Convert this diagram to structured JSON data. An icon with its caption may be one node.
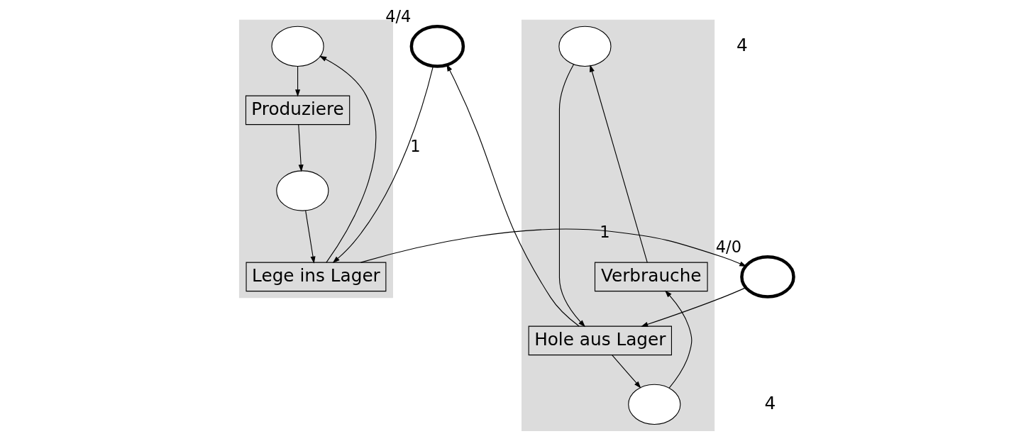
{
  "diagram": {
    "nodes": [
      {
        "text": [],
        "shape": "box"
      },
      {
        "text": [],
        "shape": "circle",
        "in": 0
      },
      {
        "text": [
          "Produziere"
        ],
        "in": 0
      },
      {
        "text": [],
        "shape": "circle",
        "in": 0
      },
      {
        "text": [
          "Lege ins Lager"
        ],
        "in": 0
      },
      {
        "text": [],
        "shape": "circle",
        "beside": [
          "4/4"
        ]
      },
      {
        "text": [],
        "shape": "circle",
        "beside": [
          "4/0"
        ]
      },
      {
        "text": [],
        "shape": "box"
      },
      {
        "text": [],
        "shape": "circle",
        "in": 7
      },
      {
        "text": [
          "Hole aus Lager"
        ],
        "in": 7
      },
      {
        "text": [],
        "shape": "circle",
        "in": 7
      },
      {
        "text": [
          "Verbrauche"
        ],
        "in": 7
      }
    ],
    "edges": [
      {
        "from": 1,
        "to": 2,
        "arrow": "to"
      },
      {
        "from": 2,
        "to": 3,
        "arrow": "to"
      },
      {
        "from": 3,
        "to": 4,
        "arrow": "to"
      },
      {
        "from": 4,
        "to": 1,
        "arrow": "to"
      },
      {
        "from": 5,
        "to": 4,
        "arrow": "to",
        "label": "1"
      },
      {
        "from": 4,
        "to": 6,
        "arrow": "to",
        "label": "1"
      },
      {
        "from": 6,
        "to": 9,
        "arrow": "to"
      },
      {
        "from": 9,
        "to": 5,
        "arrow": "to"
      },
      {
        "from": 8,
        "to": 9,
        "arrow": "to"
      },
      {
        "from": 9,
        "to": 10,
        "arrow": "to"
      },
      {
        "from": 10,
        "to": 11,
        "arrow": "to"
      },
      {
        "from": 11,
        "to": 8,
        "arrow": "to"
      }
    ],
    "labels": [
      "4",
      "4"
    ]
  }
}
